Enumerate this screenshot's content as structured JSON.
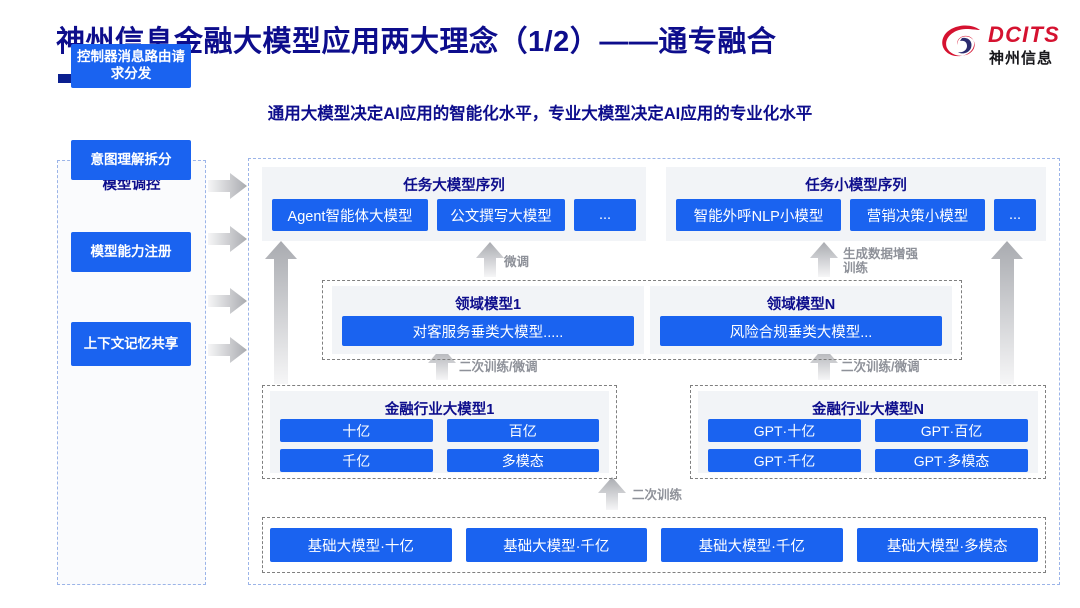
{
  "header": {
    "title": "神州信息金融大模型应用两大理念（1/2）——通专融合",
    "subtitle": "通用大模型决定AI应用的智能化水平，专业大模型决定AI应用的专业化水平",
    "logo_en": "DCITS",
    "logo_cn": "神州信息",
    "accent_color": "#0d0d8c",
    "brand_red": "#d51230",
    "chip_blue": "#1a63f0"
  },
  "sidebar": {
    "title": "模型调控",
    "items": [
      {
        "label": "控制器消息路由请求分发"
      },
      {
        "label": "意图理解拆分"
      },
      {
        "label": "模型能力注册"
      },
      {
        "label": "上下文记忆共享"
      }
    ]
  },
  "task_large": {
    "title": "任务大模型序列",
    "chips": [
      "Agent智能体大模型",
      "公文撰写大模型",
      "..."
    ]
  },
  "task_small": {
    "title": "任务小模型序列",
    "chips": [
      "智能外呼NLP小模型",
      "营销决策小模型",
      "..."
    ]
  },
  "domain_1": {
    "title": "领域模型1",
    "chip": "对客服务垂类大模型....."
  },
  "domain_n": {
    "title": "领域模型N",
    "chip": "风险合规垂类大模型..."
  },
  "finance_1": {
    "title": "金融行业大模型1",
    "chips": [
      "十亿",
      "百亿",
      "千亿",
      "多模态"
    ]
  },
  "finance_n": {
    "title": "金融行业大模型N",
    "chips": [
      "GPT·十亿",
      "GPT·百亿",
      "GPT·千亿",
      "GPT·多模态"
    ]
  },
  "base_models": {
    "chips": [
      "基础大模型·十亿",
      "基础大模型·千亿",
      "基础大模型·千亿",
      "基础大模型·多模态"
    ]
  },
  "arrow_labels": {
    "fine_tune": "微调",
    "data_aug": "生成数据增强\n训练",
    "retrain_tune_left": "二次训练/微调",
    "retrain_tune_right": "二次训练/微调",
    "retrain": "二次训练"
  }
}
